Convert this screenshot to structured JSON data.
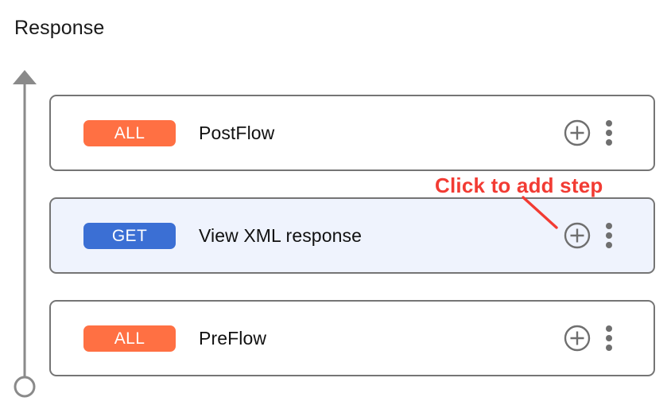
{
  "page_title": "Response",
  "timeline": {
    "arrow_icon": "up-arrow-icon",
    "endpoint_icon": "circle-endpoint-icon",
    "color": "#8a8a8a"
  },
  "annotation": {
    "text": "Click to add step",
    "color": "#f23b33",
    "pointer_icon": "arrow-line-icon"
  },
  "colors": {
    "badge_all": "#ff7043",
    "badge_get": "#3b6fd4",
    "row_border": "#757575",
    "row_selected_bg": "#eff3fd",
    "icon_gray": "#6f6f6f"
  },
  "rows": [
    {
      "badge": "ALL",
      "badge_type": "all",
      "label": "PostFlow",
      "selected": false,
      "add_icon": "plus-circle-icon",
      "more_icon": "more-vertical-icon"
    },
    {
      "badge": "GET",
      "badge_type": "get",
      "label": "View XML response",
      "selected": true,
      "add_icon": "plus-circle-icon",
      "more_icon": "more-vertical-icon"
    },
    {
      "badge": "ALL",
      "badge_type": "all",
      "label": "PreFlow",
      "selected": false,
      "add_icon": "plus-circle-icon",
      "more_icon": "more-vertical-icon"
    }
  ]
}
